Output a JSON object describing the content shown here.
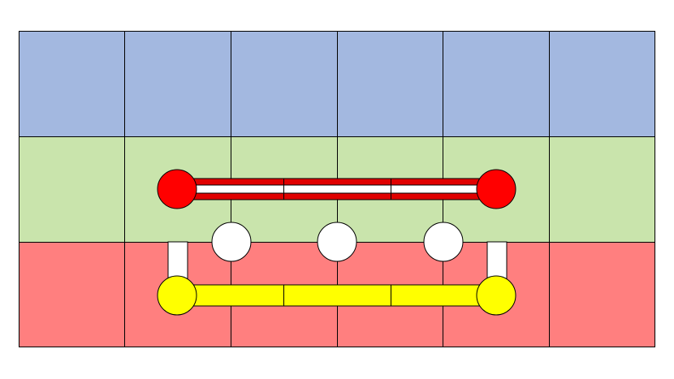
{
  "grid": {
    "columns": 6,
    "rows": [
      {
        "band": "top",
        "color": "#a3b8e0"
      },
      {
        "band": "middle",
        "color": "#c9e4ac"
      },
      {
        "band": "bottom",
        "color": "#ff7f7f"
      }
    ],
    "border_color": "#000000"
  },
  "colors": {
    "red_node": "#ff0000",
    "red_bar": "#e00000",
    "yellow_node": "#ffff00",
    "yellow_bar": "#ffff00",
    "white_node": "#ffffff",
    "outline": "#000000"
  },
  "red_bar": {
    "segments": 3,
    "inner_color": "#ffffff"
  },
  "yellow_bar": {
    "segments": 3
  },
  "white_nodes": 3
}
